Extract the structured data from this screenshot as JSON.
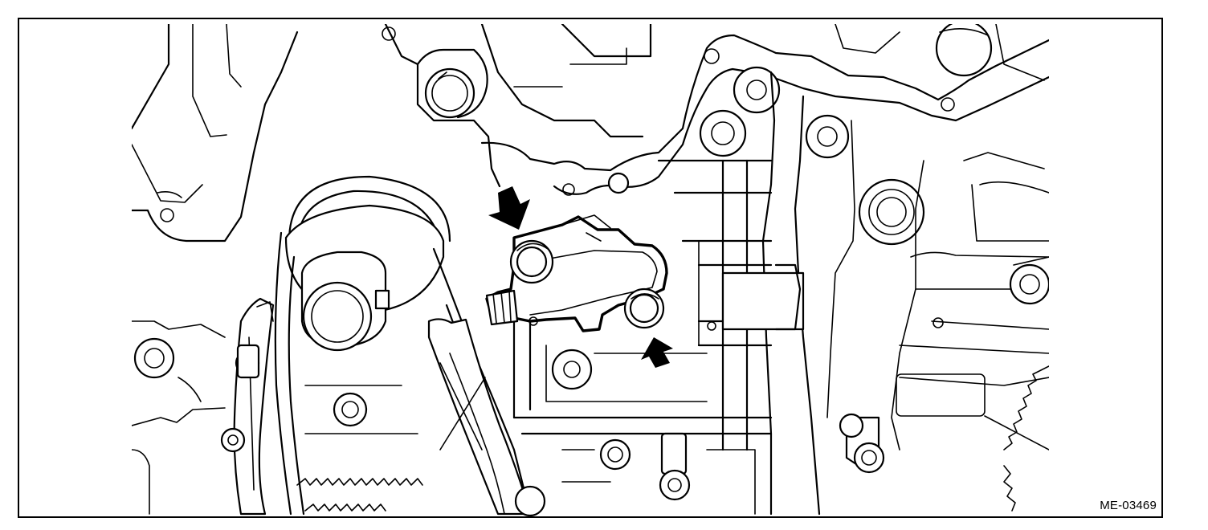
{
  "figure": {
    "id_label": "ME-03469"
  },
  "colors": {
    "ink": "#000000",
    "paper": "#ffffff"
  },
  "callouts": {
    "arrow_count": 2,
    "arrow_icon": "black-pointer-arrow"
  }
}
